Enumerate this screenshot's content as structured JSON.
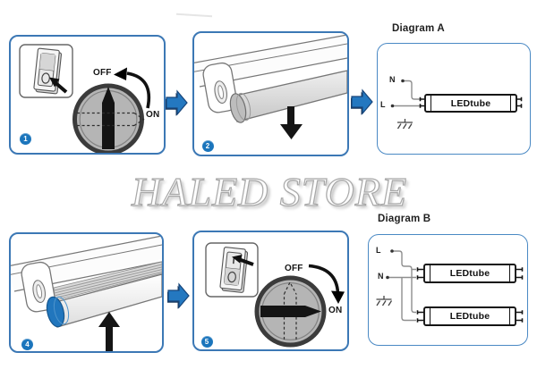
{
  "watermark": "HALED STORE",
  "steps": {
    "s1": {
      "num": "1",
      "off": "OFF",
      "on": "ON"
    },
    "s2": {
      "num": "2"
    },
    "s4": {
      "num": "4"
    },
    "s5": {
      "num": "5",
      "off": "OFF",
      "on": "ON"
    }
  },
  "diagram_a": {
    "title": "Diagram A",
    "neutral": "N",
    "live": "L",
    "tube": "LEDtube"
  },
  "diagram_b": {
    "title": "Diagram B",
    "live": "L",
    "neutral": "N",
    "tube_top": "LEDtube",
    "tube_bottom": "LEDtube"
  },
  "icons": {
    "next_step_arrow": "block arrow right",
    "remove_tube_arrow": "down",
    "insert_tube_arrow": "up",
    "rotate_to_off_arrow": "counter-clockwise",
    "rotate_to_on_arrow": "clockwise",
    "rocker_switch_off_mark": "O",
    "rocker_switch_on_mark": "I",
    "earth_ground": "ground symbol"
  },
  "colors": {
    "panel_border": "#3c78b5",
    "diagram_border": "#4a89c4",
    "arrow_blue": "#2478c0",
    "badge_blue": "#1b75bc",
    "tube_cap_blue": "#2176bd"
  }
}
